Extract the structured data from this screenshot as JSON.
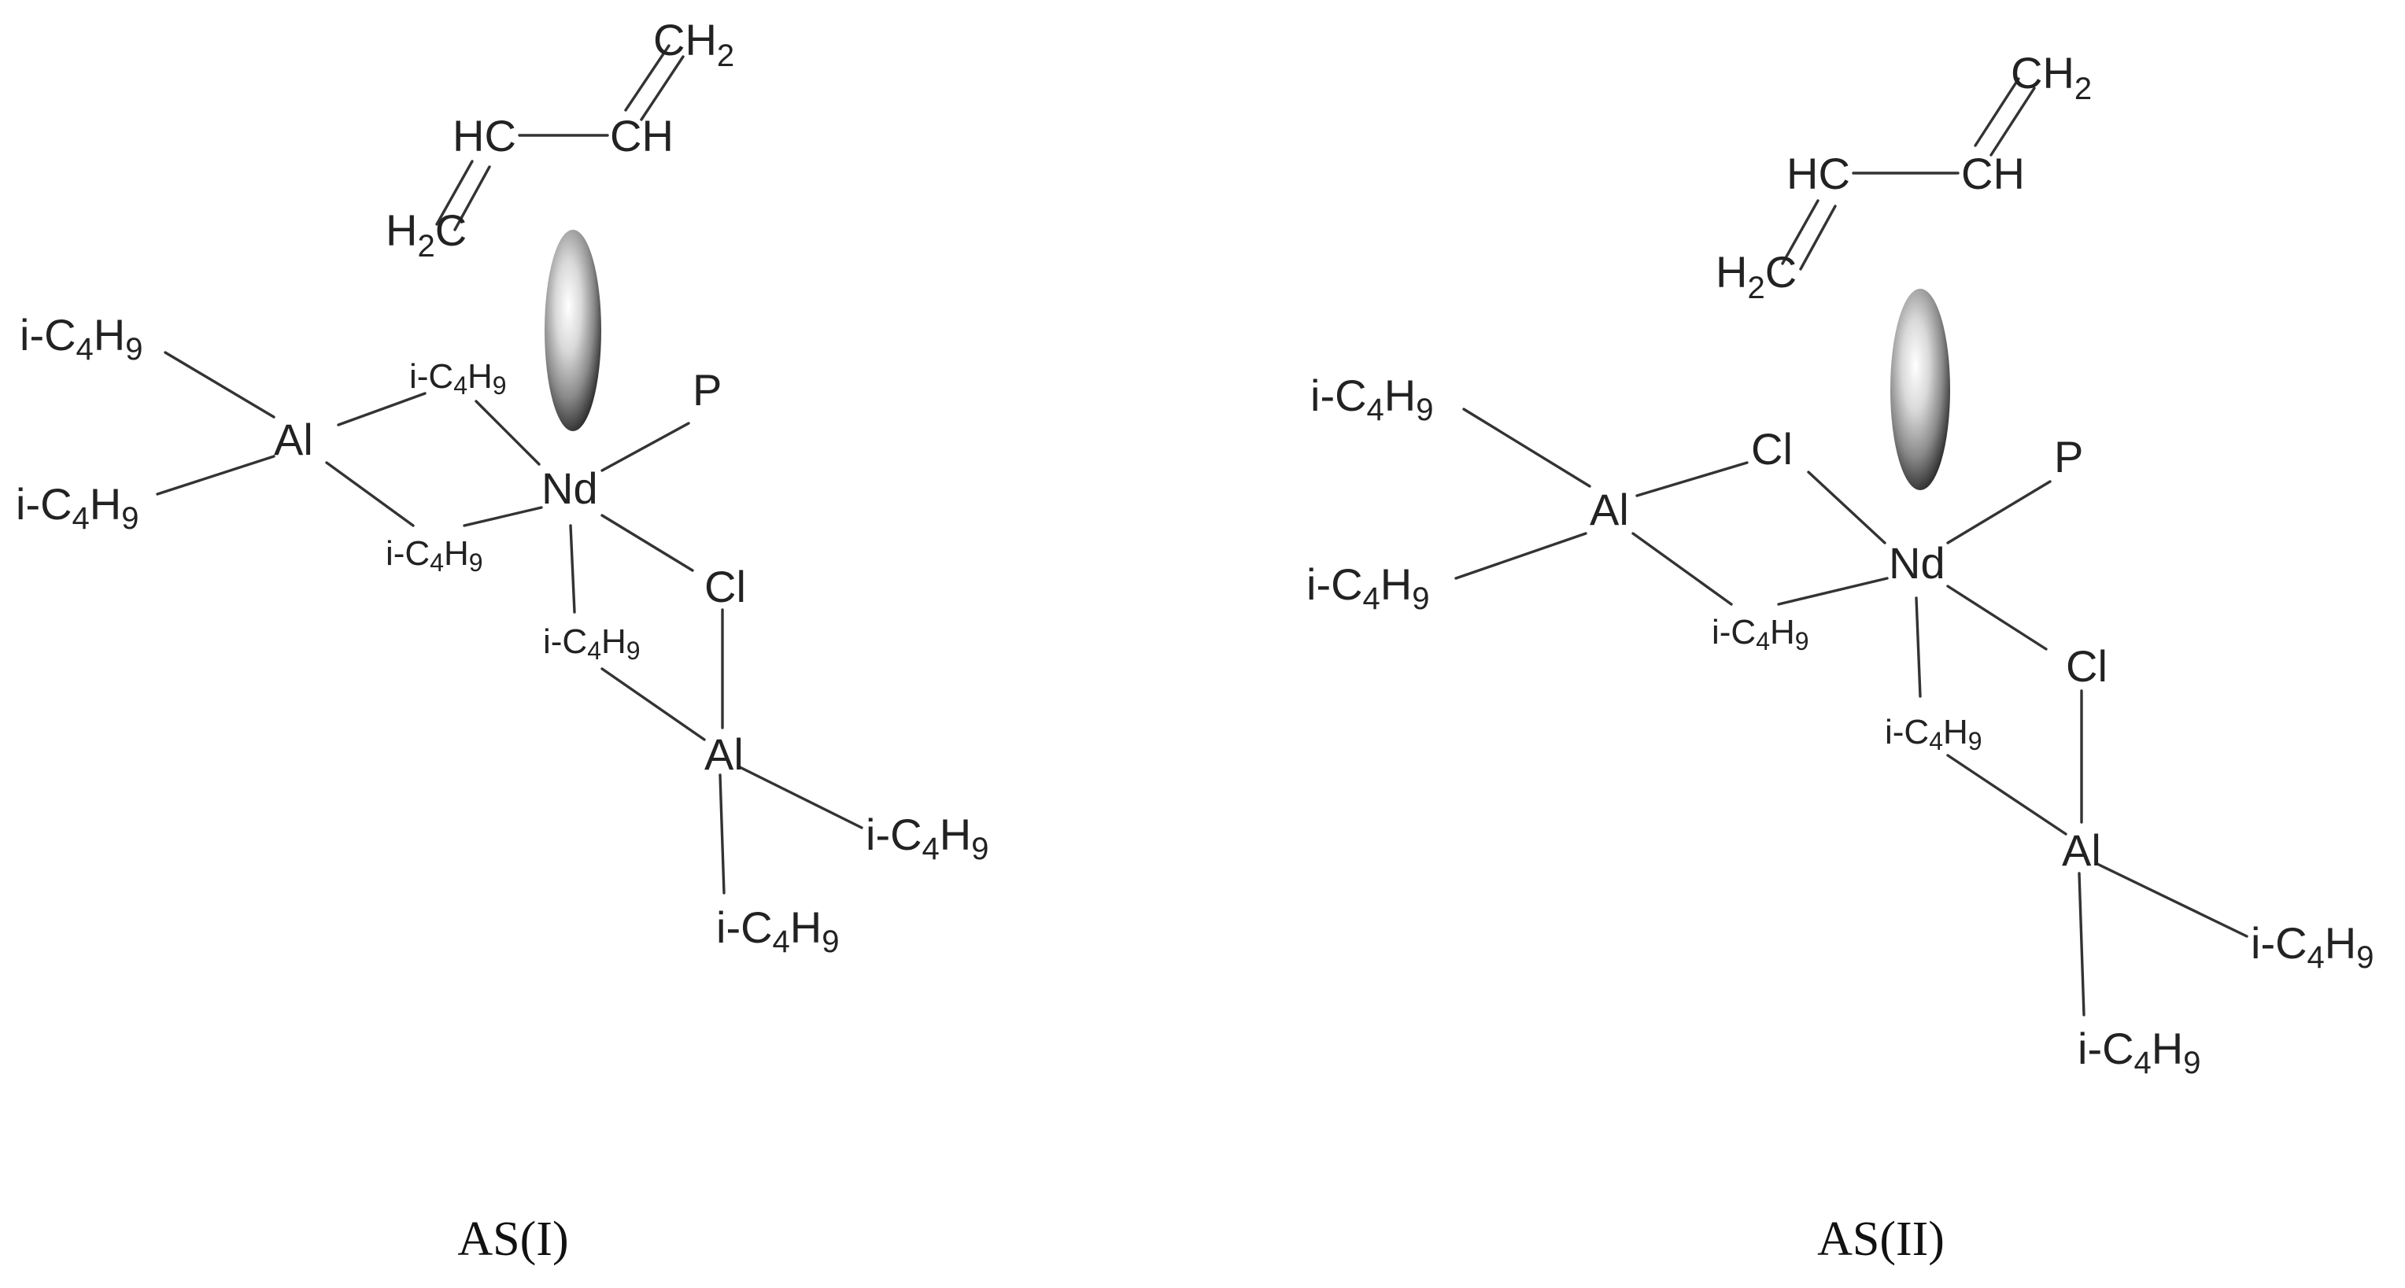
{
  "structures": [
    {
      "caption": "AS(I)",
      "labels": {
        "hc": "HC",
        "ch": "CH",
        "ch2": {
          "main": "CH",
          "sub": "2"
        },
        "h2c": {
          "main": "H",
          "sub": "2",
          "rest": "C"
        },
        "nd": "Nd",
        "p": "P",
        "al_left": "Al",
        "al_lower": "Al",
        "cl": "Cl",
        "ibu_al_top": {
          "pre": "i-C",
          "s1": "4",
          "mid": "H",
          "s2": "9"
        },
        "ibu_al_bottom": {
          "pre": "i-C",
          "s1": "4",
          "mid": "H",
          "s2": "9"
        },
        "ibu_bridge_top": {
          "pre": "i-C",
          "s1": "4",
          "mid": "H",
          "s2": "9"
        },
        "ibu_bridge_bottom": {
          "pre": "i-C",
          "s1": "4",
          "mid": "H",
          "s2": "9"
        },
        "ibu_bridge_lower": {
          "pre": "i-C",
          "s1": "4",
          "mid": "H",
          "s2": "9"
        },
        "ibu_lower_right": {
          "pre": "i-C",
          "s1": "4",
          "mid": "H",
          "s2": "9"
        },
        "ibu_lower_down": {
          "pre": "i-C",
          "s1": "4",
          "mid": "H",
          "s2": "9"
        }
      }
    },
    {
      "caption": "AS(II)",
      "labels": {
        "hc": "HC",
        "ch": "CH",
        "ch2": {
          "main": "CH",
          "sub": "2"
        },
        "h2c": {
          "main": "H",
          "sub": "2",
          "rest": "C"
        },
        "nd": "Nd",
        "p": "P",
        "al_left": "Al",
        "al_lower": "Al",
        "cl_bridge": "Cl",
        "cl": "Cl",
        "ibu_al_top": {
          "pre": "i-C",
          "s1": "4",
          "mid": "H",
          "s2": "9"
        },
        "ibu_al_bottom": {
          "pre": "i-C",
          "s1": "4",
          "mid": "H",
          "s2": "9"
        },
        "ibu_bridge_bottom": {
          "pre": "i-C",
          "s1": "4",
          "mid": "H",
          "s2": "9"
        },
        "ibu_bridge_lower": {
          "pre": "i-C",
          "s1": "4",
          "mid": "H",
          "s2": "9"
        },
        "ibu_lower_right": {
          "pre": "i-C",
          "s1": "4",
          "mid": "H",
          "s2": "9"
        },
        "ibu_lower_down": {
          "pre": "i-C",
          "s1": "4",
          "mid": "H",
          "s2": "9"
        }
      }
    }
  ],
  "colors": {
    "line": "#333333",
    "text": "#222222",
    "lobe_highlight": "#ffffff",
    "lobe_shadow": "#2a2a2a"
  }
}
